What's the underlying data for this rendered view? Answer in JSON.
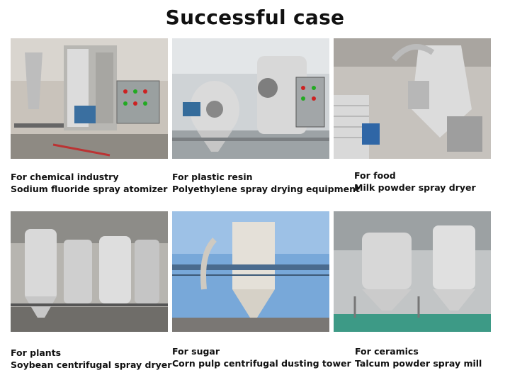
{
  "title": "Successful case",
  "cases": [
    {
      "category": "For chemical industry",
      "product": "Sodium fluoride spray atomizer"
    },
    {
      "category": "For plastic resin",
      "product": "Polyethylene spray drying equipment"
    },
    {
      "category": "For food",
      "product": "Milk powder spray dryer"
    },
    {
      "category": "For plants",
      "product": "Soybean centrifugal spray dryer"
    },
    {
      "category": "For sugar",
      "product": "Corn pulp centrifugal dusting tower"
    },
    {
      "category": "For ceramics",
      "product": "Talcum powder spray mill"
    }
  ]
}
